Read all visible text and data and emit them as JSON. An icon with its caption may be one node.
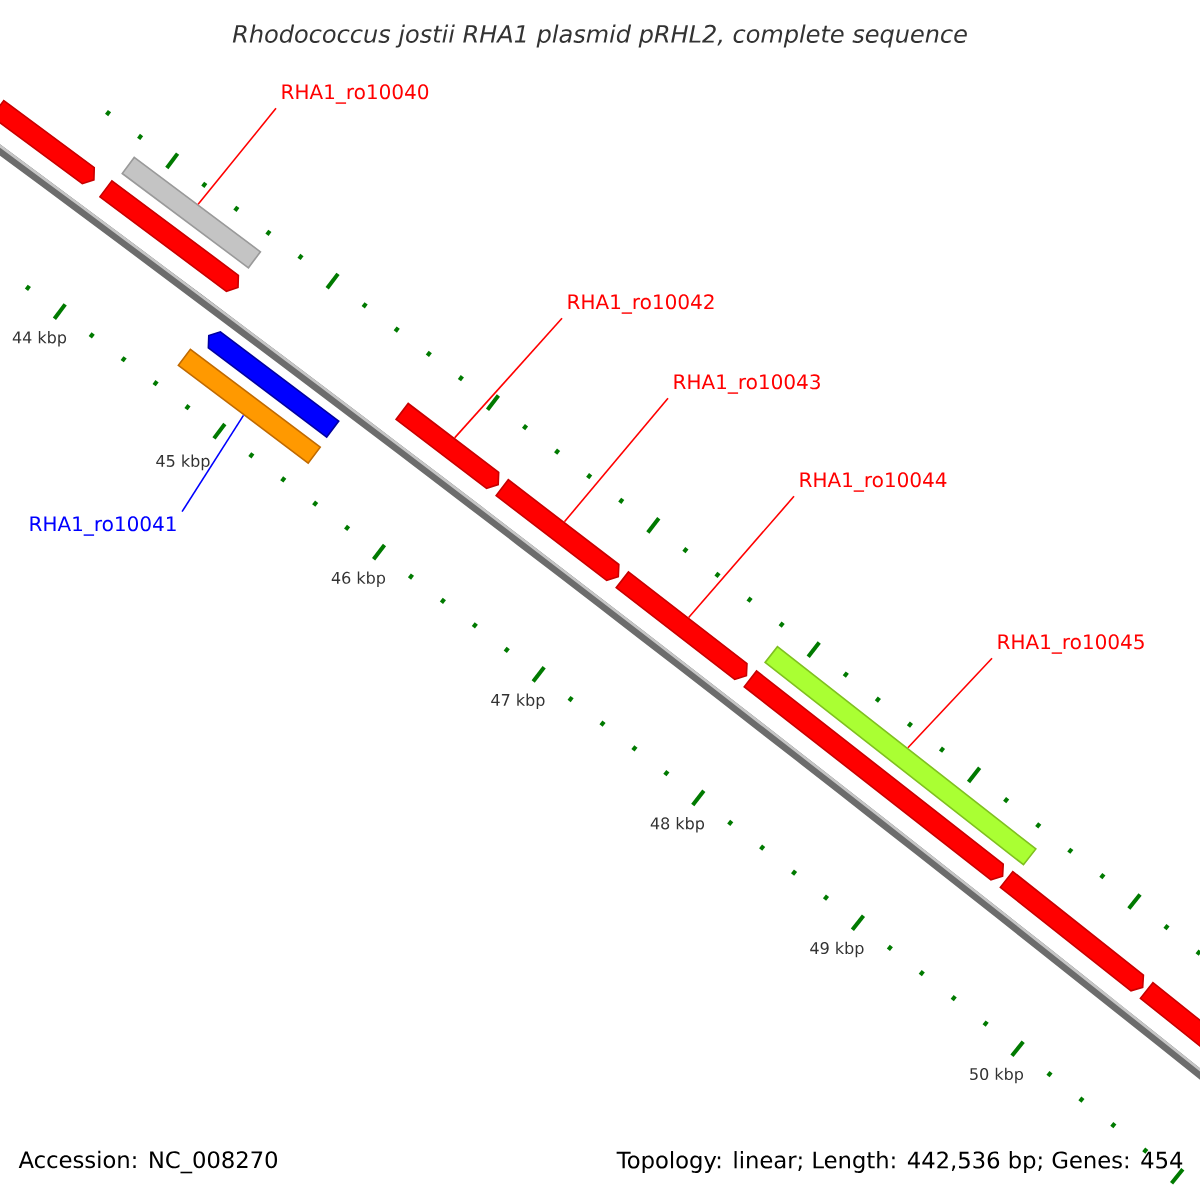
{
  "diagram": {
    "title": "Rhodococcus jostii RHA1 plasmid pRHL2, complete sequence",
    "nodes": [
      {
        "text": [
          "RHA1_ro10040"
        ]
      },
      {
        "text": [
          "RHA1_ro10041"
        ]
      },
      {
        "text": [
          "RHA1_ro10042"
        ]
      },
      {
        "text": [
          "RHA1_ro10043"
        ]
      },
      {
        "text": [
          "RHA1_ro10044"
        ]
      },
      {
        "text": [
          "RHA1_ro10045"
        ]
      },
      {
        "text": [],
        "shape": "arrow"
      },
      {
        "text": [],
        "shape": "bar"
      },
      {
        "text": [],
        "shape": "arrow"
      },
      {
        "text": [],
        "shape": "bar"
      },
      {
        "text": [],
        "shape": "arrow"
      },
      {
        "text": [],
        "shape": "arrow"
      },
      {
        "text": [],
        "shape": "arrow"
      },
      {
        "text": [],
        "shape": "arrow"
      },
      {
        "text": [],
        "shape": "arrow"
      },
      {
        "text": [],
        "shape": "bar"
      },
      {
        "text": [],
        "shape": "arrow"
      },
      {
        "text": [],
        "shape": "arrow"
      }
    ],
    "edges": [
      {
        "from": 0,
        "to": 7,
        "arrow": "none"
      },
      {
        "from": 1,
        "to": 9,
        "arrow": "none",
        "color": "#0000ff"
      },
      {
        "from": 2,
        "to": 11,
        "arrow": "none"
      },
      {
        "from": 3,
        "to": 12,
        "arrow": "none"
      },
      {
        "from": 4,
        "to": 13,
        "arrow": "none"
      },
      {
        "from": 5,
        "to": 15,
        "arrow": "none"
      }
    ],
    "labels": [
      "44 kbp",
      "45 kbp",
      "46 kbp",
      "47 kbp",
      "48 kbp",
      "49 kbp",
      "50 kbp",
      "Accession: NC_008270",
      "Topology: linear; Length: 442,536 bp; Genes: 454"
    ]
  }
}
